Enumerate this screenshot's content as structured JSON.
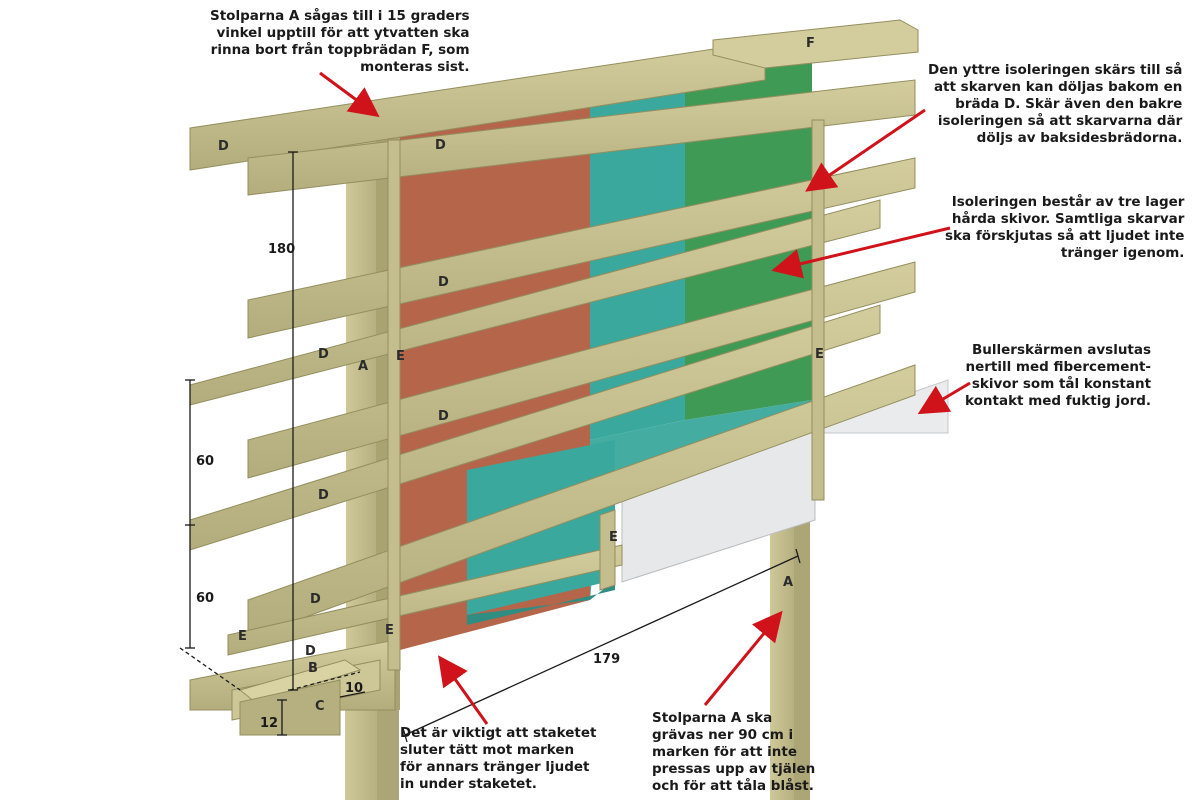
{
  "callouts": {
    "top_left": [
      "Stolparna A sågas till i 15 graders",
      "vinkel upptill för att ytvatten ska",
      "rinna bort från toppbrädan F, som",
      "monteras sist."
    ],
    "top_right": [
      "Den yttre isoleringen skärs till så",
      "att skarven kan döljas bakom en",
      "bräda D. Skär även den bakre",
      "isoleringen så att skarvarna där",
      "döljs av baksidesbrädorna."
    ],
    "mid_right": [
      "Isoleringen består av tre lager",
      "hårda skivor. Samtliga skarvar",
      "ska förskjutas så att ljudet inte",
      "tränger igenom."
    ],
    "right_lower": [
      "Bullerskärmen avslutas",
      "nertill med fibercement-",
      "skivor som tål konstant",
      "kontakt med fuktig jord."
    ],
    "bottom_mid": [
      "Det är viktigt att staketet",
      "sluter tätt mot marken",
      "för annars tränger ljudet",
      "in under staketet."
    ],
    "bottom_right": [
      "Stolparna A ska",
      "grävas ner 90 cm i",
      "marken för att inte",
      "pressas upp av tjälen",
      "och för att tåla blåst."
    ]
  },
  "part_labels": {
    "a": "A",
    "b": "B",
    "c": "C",
    "d": "D",
    "e": "E",
    "f": "F"
  },
  "dimensions": {
    "height_180": "180",
    "spacing_60a": "60",
    "spacing_60b": "60",
    "width_179": "179",
    "post_10": "10",
    "base_12": "12"
  },
  "colors": {
    "wood": "#c9c393",
    "wood_dark": "#a9a371",
    "insulation_red": "#b5654a",
    "insulation_teal": "#3aa89c",
    "insulation_green": "#3f9a55",
    "fibercement": "#e6e8ea",
    "arrow": "#d0121b"
  }
}
